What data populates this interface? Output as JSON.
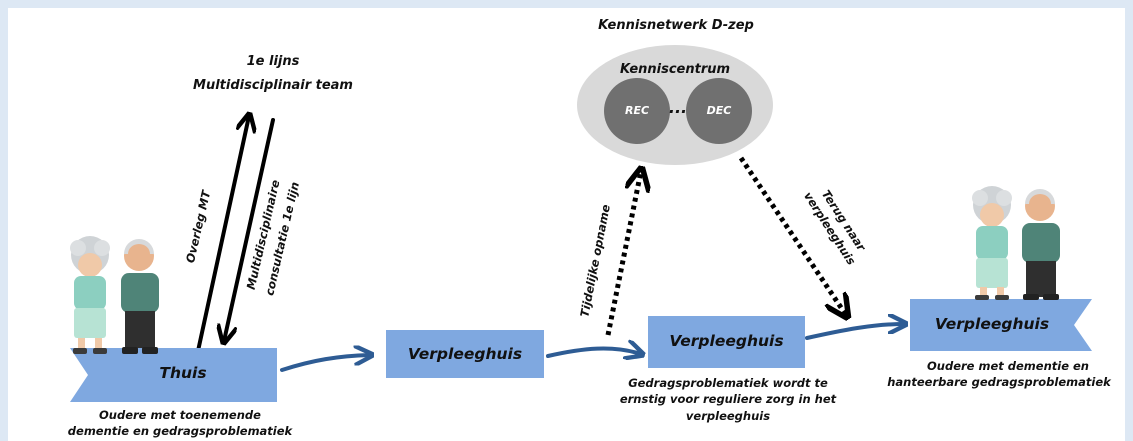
{
  "network": {
    "title": "Kennisnetwerk D-zep",
    "center_label": "Kenniscentrum",
    "node_left": "REC",
    "node_right": "DEC",
    "dots": "..."
  },
  "team": {
    "line1": "1e lijns",
    "line2": "Multidisciplinair team"
  },
  "arrows": {
    "overleg": "Overleg MT",
    "consult_line1": "Multidisciplinaire",
    "consult_line2": "consultatie 1e lijn",
    "tijdelijk": "Tijdelijke opname",
    "terug_line1": "Terug naar",
    "terug_line2": "verpleeghuis"
  },
  "stages": {
    "thuis": "Thuis",
    "verpleeghuis_1": "Verpleeghuis",
    "verpleeghuis_2": "Verpleeghuis",
    "verpleeghuis_3": "Verpleeghuis"
  },
  "captions": {
    "thuis_line1": "Oudere met toenemende",
    "thuis_line2": "dementie en gedragsproblematiek",
    "mid_line1": "Gedragsproblematiek wordt te",
    "mid_line2": "ernstig voor reguliere zorg in het",
    "mid_line3": "verpleeghuis",
    "right_line1": "Oudere met dementie en",
    "right_line2": "hanteerbare gedragsproblematiek"
  },
  "colors": {
    "box_blue": "#7fa8e0",
    "arrow_blue": "#2e5c94",
    "cloud_gray": "#d9d9d9",
    "node_gray": "#707070",
    "panel_bg": "#dde8f4"
  },
  "icons": [
    "elderly-couple-icon",
    "elderly-couple-icon"
  ]
}
